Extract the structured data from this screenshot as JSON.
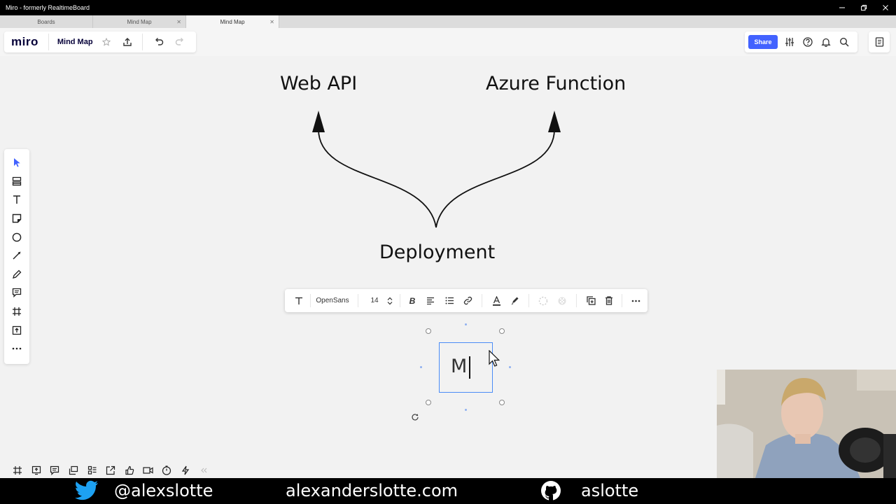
{
  "window": {
    "title": "Miro - formerly RealtimeBoard"
  },
  "tabs": [
    {
      "label": "Boards",
      "closable": false,
      "active": false
    },
    {
      "label": "Mind Map",
      "closable": true,
      "active": false
    },
    {
      "label": "Mind Map",
      "closable": true,
      "active": true
    }
  ],
  "app": {
    "logo": "miro",
    "board_name": "Mind Map",
    "share_label": "Share"
  },
  "canvas": {
    "nodes": {
      "left": "Web API",
      "right": "Azure Function",
      "root": "Deployment"
    },
    "editing_text": "M"
  },
  "format_toolbar": {
    "font": "OpenSans",
    "size": "14"
  },
  "banner": {
    "twitter": "@alexslotte",
    "site": "alexanderslotte.com",
    "github": "aslotte"
  },
  "colors": {
    "accent": "#4262ff",
    "selection": "#4a8cf7"
  }
}
